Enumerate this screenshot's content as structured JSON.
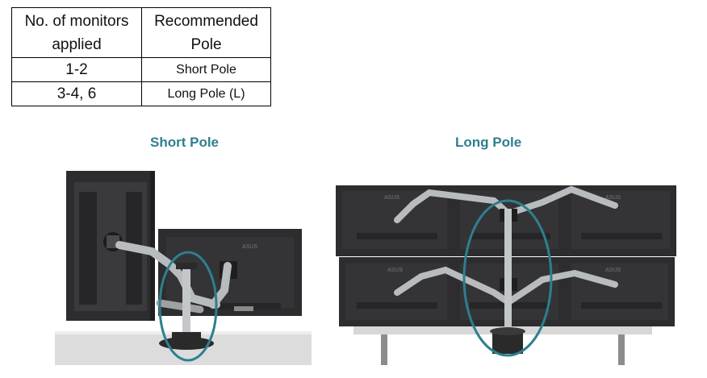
{
  "table": {
    "headers": [
      "No. of monitors applied",
      "Recommended Pole"
    ],
    "rows": [
      {
        "monitors": "1-2",
        "pole": "Short Pole"
      },
      {
        "monitors": "3-4, 6",
        "pole": "Long Pole (L)"
      }
    ]
  },
  "figures": {
    "short_caption": "Short Pole",
    "long_caption": "Long Pole"
  },
  "colors": {
    "caption": "#2e7f8e",
    "highlight_ellipse": "#2e7f8e",
    "monitor_body": "#2d2d2f",
    "arm_silver": "#b9bcbf"
  }
}
